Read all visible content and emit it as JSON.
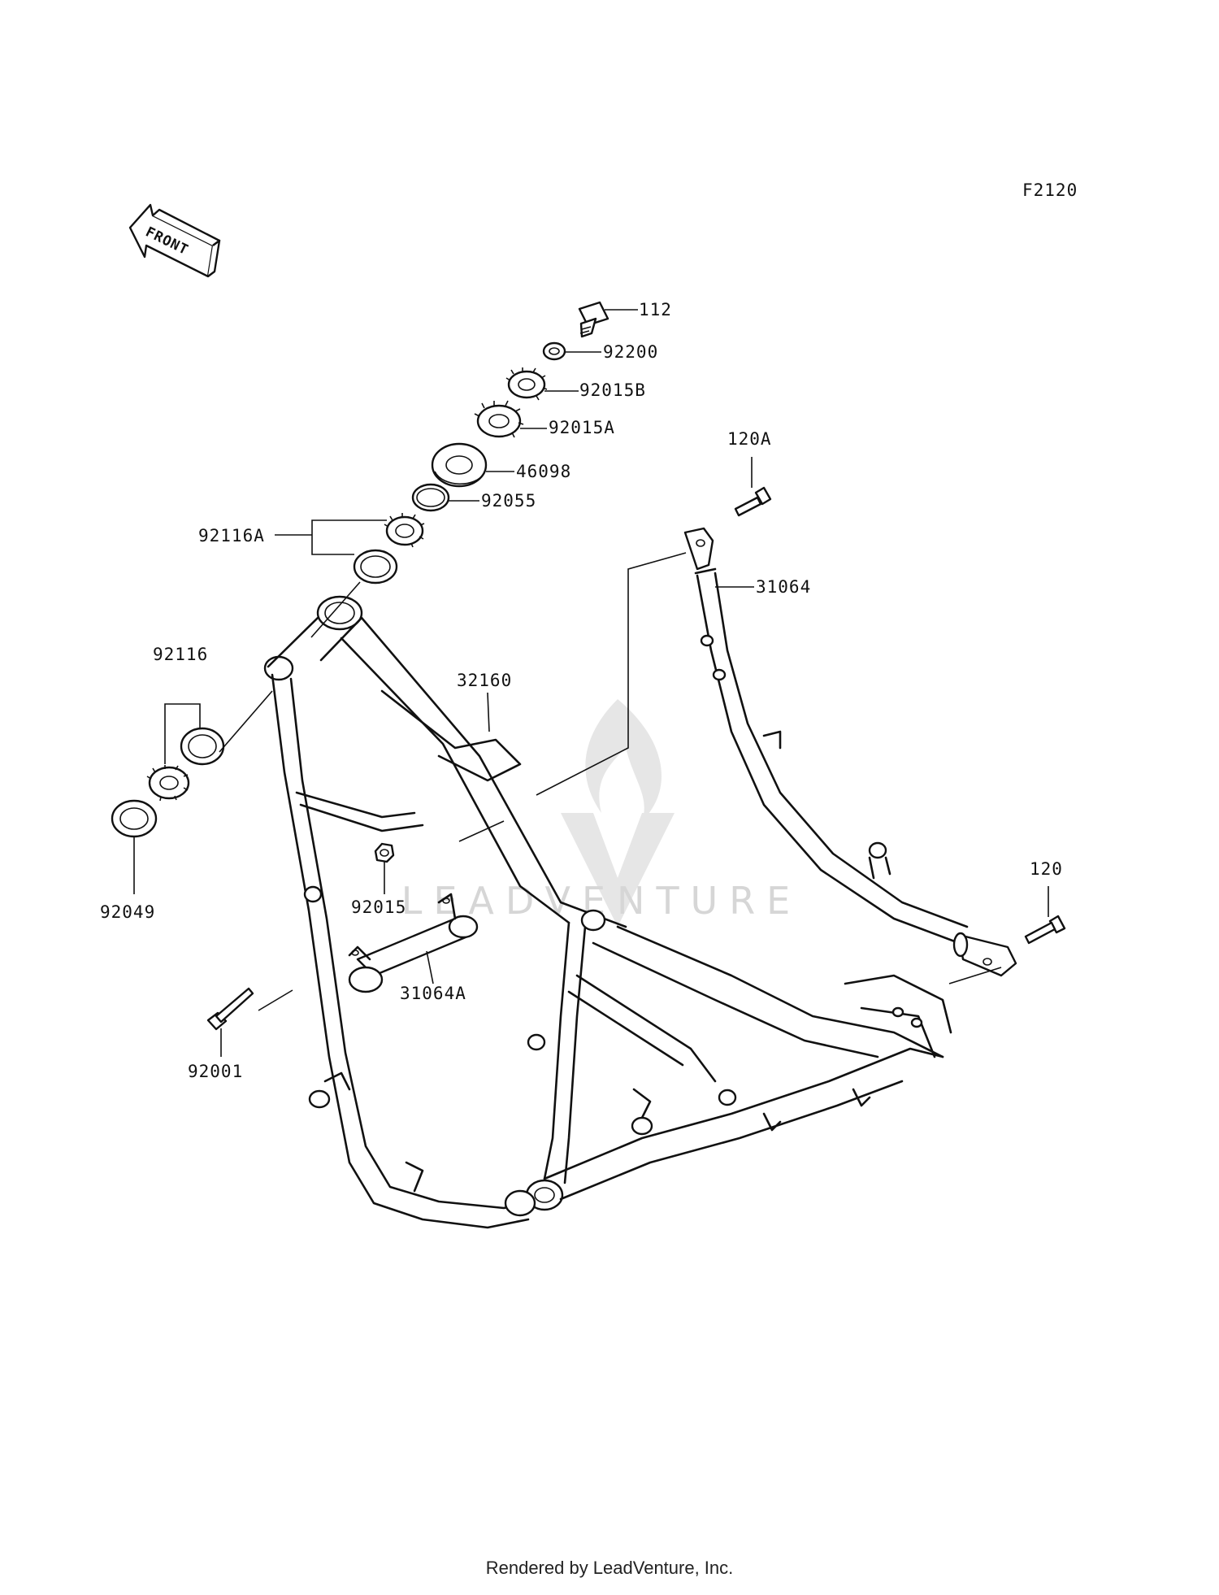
{
  "figure_code": "F2120",
  "front_label": "FRONT",
  "watermark_text": "LEADVENTURE",
  "footer": "Rendered by LeadVenture, Inc.",
  "callouts": {
    "p112": "112",
    "p92200": "92200",
    "p92015B": "92015B",
    "p92015A": "92015A",
    "p46098": "46098",
    "p92055": "92055",
    "p92116A": "92116A",
    "p120A": "120A",
    "p31064": "31064",
    "p92116": "92116",
    "p32160": "32160",
    "p92049": "92049",
    "p92015": "92015",
    "p31064A": "31064A",
    "p120": "120",
    "p92001": "92001"
  },
  "colors": {
    "ink": "#111111",
    "watermark": "#d6d6d6",
    "background": "#ffffff"
  }
}
